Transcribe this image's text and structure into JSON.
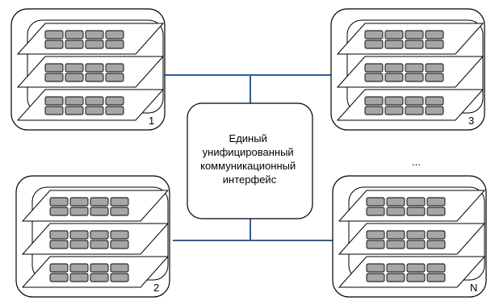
{
  "center": {
    "lines": [
      "Единый",
      "унифицированный",
      "коммуникационный",
      "интерфейс"
    ]
  },
  "modules": [
    {
      "label": "1"
    },
    {
      "label": "2"
    },
    {
      "label": "3"
    },
    {
      "label": "N"
    }
  ],
  "ellipsis": "...",
  "colors": {
    "connector": "#2e5fa3",
    "chip_fill": "#a6a6a6",
    "stroke": "#000000"
  }
}
